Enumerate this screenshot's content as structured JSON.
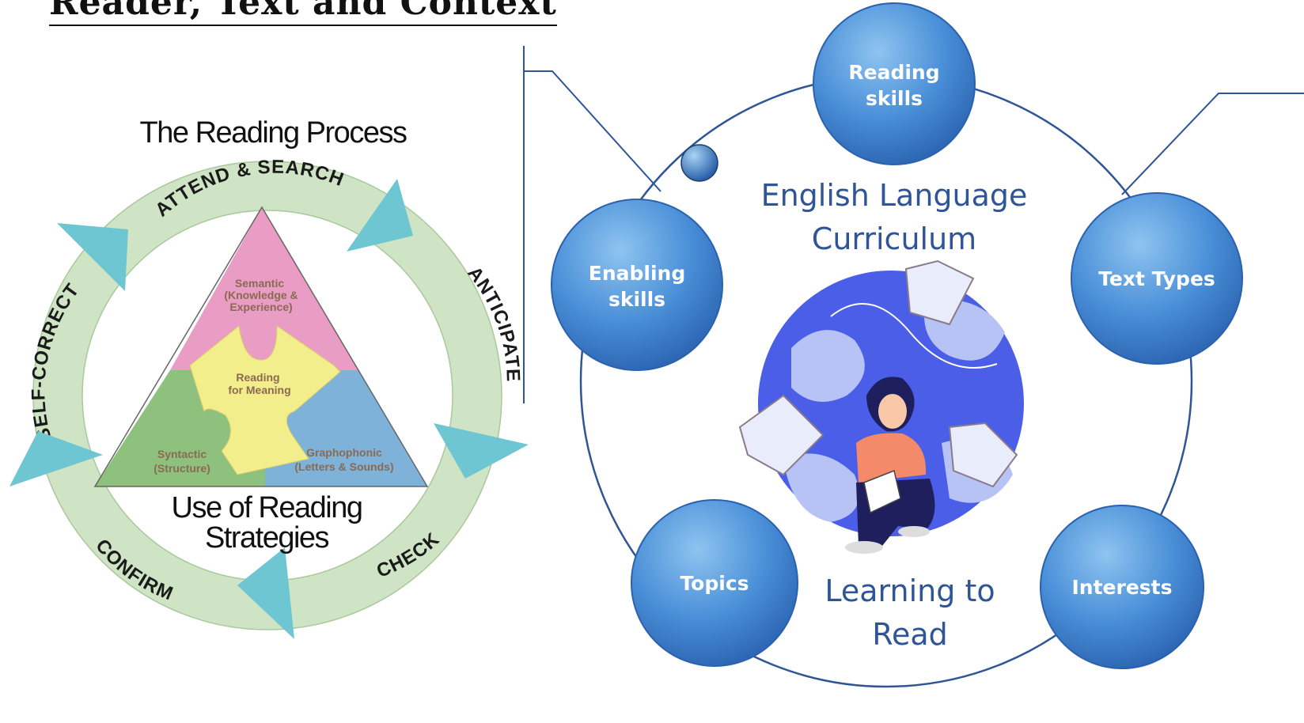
{
  "title": "Reader, Text and Context",
  "left_diagram": {
    "heading": "The Reading Process",
    "ring_labels": {
      "top": "ATTEND & SEARCH",
      "right": "ANTICIPATE",
      "bottom_right": "CHECK",
      "bottom_left": "CONFIRM",
      "left": "SELF-CORRECT"
    },
    "triangle": {
      "top_line1": "Semantic",
      "top_line2": "(Knowledge &",
      "top_line3": "Experience)",
      "center_line1": "Reading",
      "center_line2": "for Meaning",
      "left_line1": "Syntactic",
      "left_line2": "(Structure)",
      "right_line1": "Graphophonic",
      "right_line2": "(Letters & Sounds)"
    },
    "footer_line1": "Use of Reading",
    "footer_line2": "Strategies",
    "colors": {
      "ring": "#cfe4c4",
      "arrow": "#6ec6d2",
      "semantic": "#e99cc4",
      "syntactic": "#8fc17e",
      "graphophonic": "#7fb2d8",
      "center": "#f3ee8c"
    }
  },
  "right_diagram": {
    "center_title_line1": "English Language",
    "center_title_line2": "Curriculum",
    "center_footer_line1": "Learning to",
    "center_footer_line2": "Read",
    "bubbles": {
      "reading": {
        "line1": "Reading",
        "line2": "skills"
      },
      "enabling": {
        "line1": "Enabling",
        "line2": "skills"
      },
      "text_types": "Text Types",
      "topics": "Topics",
      "interests": "Interests"
    },
    "colors": {
      "bubble": "#4a90d9",
      "text": "#2f5597",
      "globe": "#4a5ee8"
    }
  }
}
